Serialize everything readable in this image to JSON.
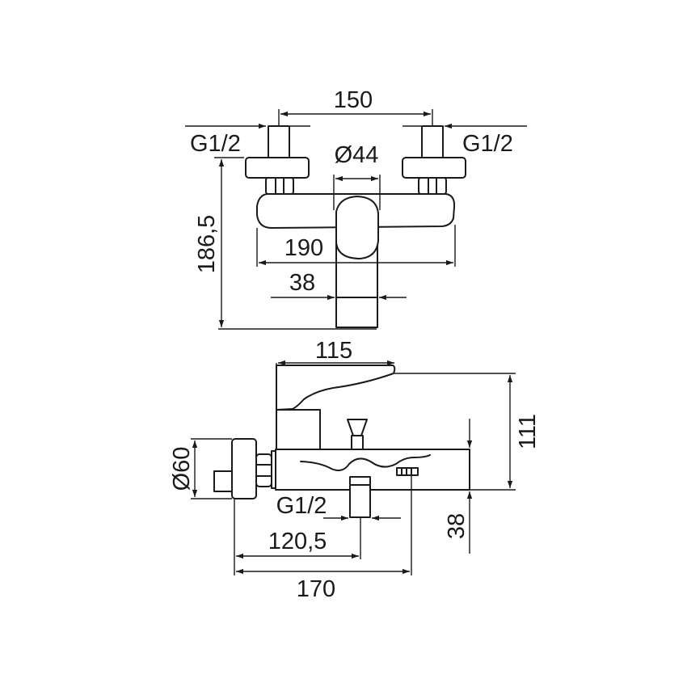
{
  "drawing": {
    "top_view": {
      "dim_inlet_spacing": "150",
      "dim_thread_left": "G1/2",
      "dim_thread_right": "G1/2",
      "dim_handle_diameter": "Ø44",
      "dim_total_height": "186,5",
      "dim_body_width": "190",
      "dim_spout_width": "38"
    },
    "side_view": {
      "dim_lever_length": "115",
      "dim_total_height": "111",
      "dim_flange_diameter": "Ø60",
      "dim_thread": "G1/2",
      "dim_outlet_distance": "120,5",
      "dim_total_depth": "170",
      "dim_outlet_height": "38"
    }
  }
}
